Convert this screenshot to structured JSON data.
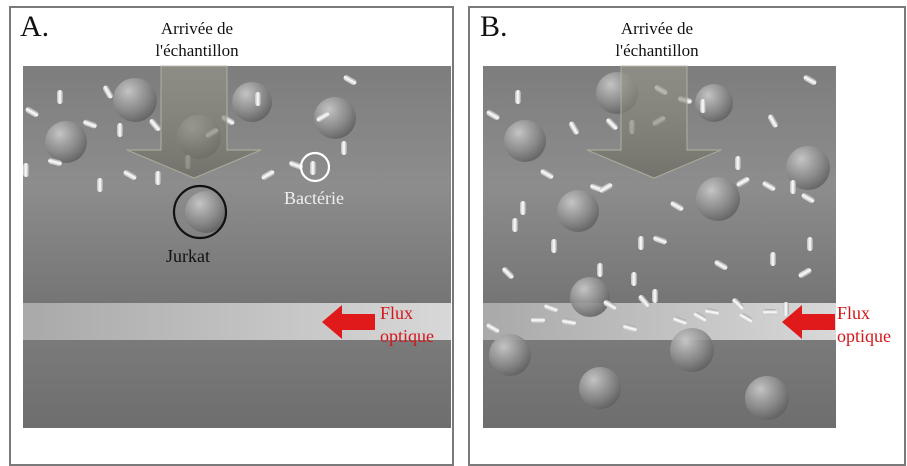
{
  "panels": [
    {
      "letter": "A.",
      "arrival": [
        "Arrivée de",
        "l'échantillon"
      ]
    },
    {
      "letter": "B.",
      "arrival": [
        "Arrivée de",
        "l'échantillon"
      ]
    }
  ],
  "labels": {
    "bacteria": "Bactérie",
    "jurkat": "Jurkat",
    "flux": [
      "Flux",
      "optique"
    ]
  },
  "colors": {
    "flux_arrow": "#e0191b",
    "flux_text": "#d4161a"
  }
}
